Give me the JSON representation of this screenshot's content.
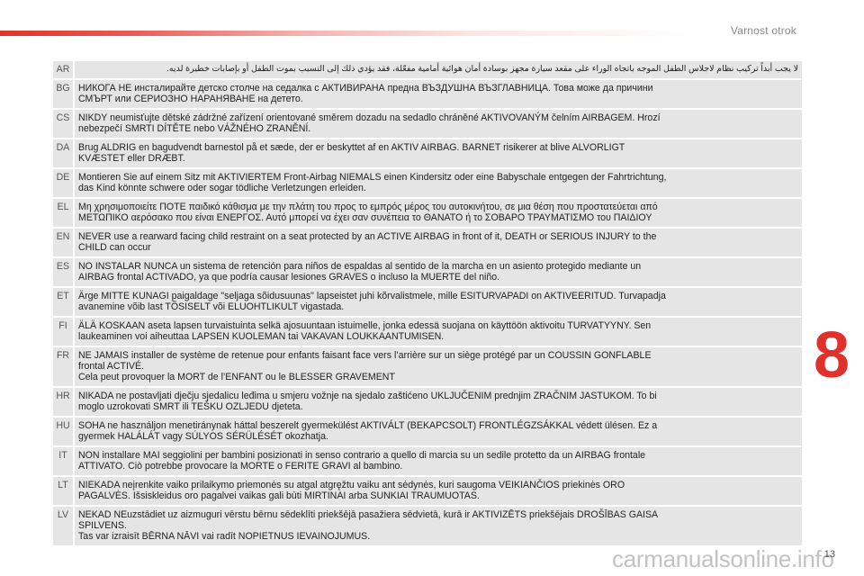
{
  "header": {
    "title": "Varnost otrok"
  },
  "chapter": "8",
  "page_number": "13",
  "watermark": "carmanualsonline.info",
  "rows": [
    {
      "code": "AR",
      "rtl": true,
      "text": "لا يجب أبداً تركيب نظام لاجلاس الطفل الموجه باتجاه الوراء على مقعد سيارة مجهز بوسادة أمان هوائية أمامية مفعّلة، فقد يؤدي ذلك إلى التسبب بموت الطفل أو بإصابات خطيرة لديه."
    },
    {
      "code": "BG",
      "text": "НИКОГА НЕ инсталирайте детско столче на седалка с АКТИВИРАНА предна ВЪЗДУШНА ВЪЗГЛАВНИЦА. Това може да причини\nСМЪРТ или СЕРИОЗНО НАРАНЯВАНЕ на детето."
    },
    {
      "code": "CS",
      "text": "NIKDY neumisťujte dětské zádržné zařízení orientované směrem dozadu na sedadlo chráněné AKTIVOVANÝM čelním AIRBAGEM. Hrozí\nnebezpečí SMRTI DÍTĚTE nebo VÁŽNÉHO ZRANĚNÍ."
    },
    {
      "code": "DA",
      "text": "Brug ALDRIG  en bagudvendt barnestol på et sæde, der er beskyttet af en AKTIV AIRBAG. BARNET risikerer at blive ALVORLIGT\nKVÆSTET eller DRÆBT."
    },
    {
      "code": "DE",
      "text": "Montieren Sie auf einem Sitz mit AKTIVIERTEM Front-Airbag NIEMALS einen Kindersitz oder eine Babyschale entgegen der Fahrtrichtung,\ndas Kind könnte schwere oder sogar tödliche Verletzungen erleiden."
    },
    {
      "code": "EL",
      "text": "Μη χρησιμοποιείτε ΠΟΤΕ παιδικό κάθισμα με την πλάτη του προς το εμπρός μέρος του αυτοκινήτου, σε μια θέση που προστατεύεται από\nΜΕΤΩΠΙΚΟ αερόσακο που είναι ΕΝΕΡΓΟΣ. Αυτό μπορεί να έχει σαν συνέπεια το ΘΑΝΑΤΟ ή το ΣΟΒΑΡΟ ΤΡΑΥΜΑΤΙΣΜΟ του ΠΑΙΔΙΟΥ"
    },
    {
      "code": "EN",
      "text": "NEVER use a rearward facing child restraint on a seat protected by an ACTIVE AIRBAG in front of it, DEATH or SERIOUS INJURY to the\nCHILD can occur"
    },
    {
      "code": "ES",
      "text": "NO INSTALAR NUNCA un sistema de retención para niños de espaldas al sentido de la marcha en un asiento protegido mediante un\nAIRBAG frontal ACTIVADO, ya que podría causar lesiones GRAVES o incluso la MUERTE del niño."
    },
    {
      "code": "ET",
      "text": "Ärge MITTE KUNAGI paigaldage \"seljaga sõidusuunas\" lapseistet juhi kõrvalistmele, mille ESITURVAPADI on AKTIVEERITUD. Turvapadja\navanemine võib last TÕSISELT või ELUOHTLIKULT vigastada."
    },
    {
      "code": "FI",
      "text": "ÄLÄ KOSKAAN aseta lapsen turvaistuinta selkä ajosuuntaan istuimelle, jonka edessä suojana on käyttöön aktivoitu TURVATYYNY. Sen\nlaukeaminen voi aiheuttaa LAPSEN KUOLEMAN tai VAKAVAN LOUKKAANTUMISEN."
    },
    {
      "code": "FR",
      "text": "NE JAMAIS installer de système de retenue pour enfants faisant face vers l’arrière sur un siège protégé par un COUSSIN GONFLABLE\nfrontal ACTIVÉ.\nCela peut provoquer la MORT de l’ENFANT ou le BLESSER GRAVEMENT"
    },
    {
      "code": "HR",
      "text": "NIKADA ne postavljati dječju sjedalicu leđima u smjeru vožnje na sjedalo zaštićeno UKLJUČENIM prednjim ZRAČNIM JASTUKOM. To bi\nmoglo uzrokovati SMRT ili TEŠKU OZLJEDU djeteta."
    },
    {
      "code": "HU",
      "text": "SOHA ne használjon menetiránynak háttal beszerelt gyermekülést AKTIVÁLT (BEKAPCSOLT) FRONTLÉGZSÁKKAL védett ülésen. Ez a\ngyermek HALÁLÁT vagy SÚLYOS SÉRÜLÉSÉT okozhatja."
    },
    {
      "code": "IT",
      "text": "NON installare MAI seggiolini per bambini posizionati in senso contrario a quello di marcia su un sedile protetto da un AIRBAG frontale\nATTIVATO. Ciò potrebbe provocare la MORTE o FERITE GRAVI al bambino."
    },
    {
      "code": "LT",
      "text": "NIEKADA neįrenkite vaiko prilaikymo priemonės su atgal atgręžtu vaiku ant sėdynės, kuri saugoma VEIKIANČIOS priekinės ORO\nPAGALVĖS. Išsiskleidus oro pagalvei vaikas gali būti MIRTINAI arba SUNKIAI TRAUMUOTAS."
    },
    {
      "code": "LV",
      "text": "NEKAD NEuzstādiet uz aizmuguri vērstu bērnu sēdeklīti priekšējā pasažiera sēdvietā, kurā ir AKTIVIZĒTS priekšējais DROŠĪBAS GAISA\nSPILVENS.\nTas var izraisīt BĒRNA NĀVI vai radīt NOPIETNUS IEVAINOJUMUS."
    }
  ]
}
